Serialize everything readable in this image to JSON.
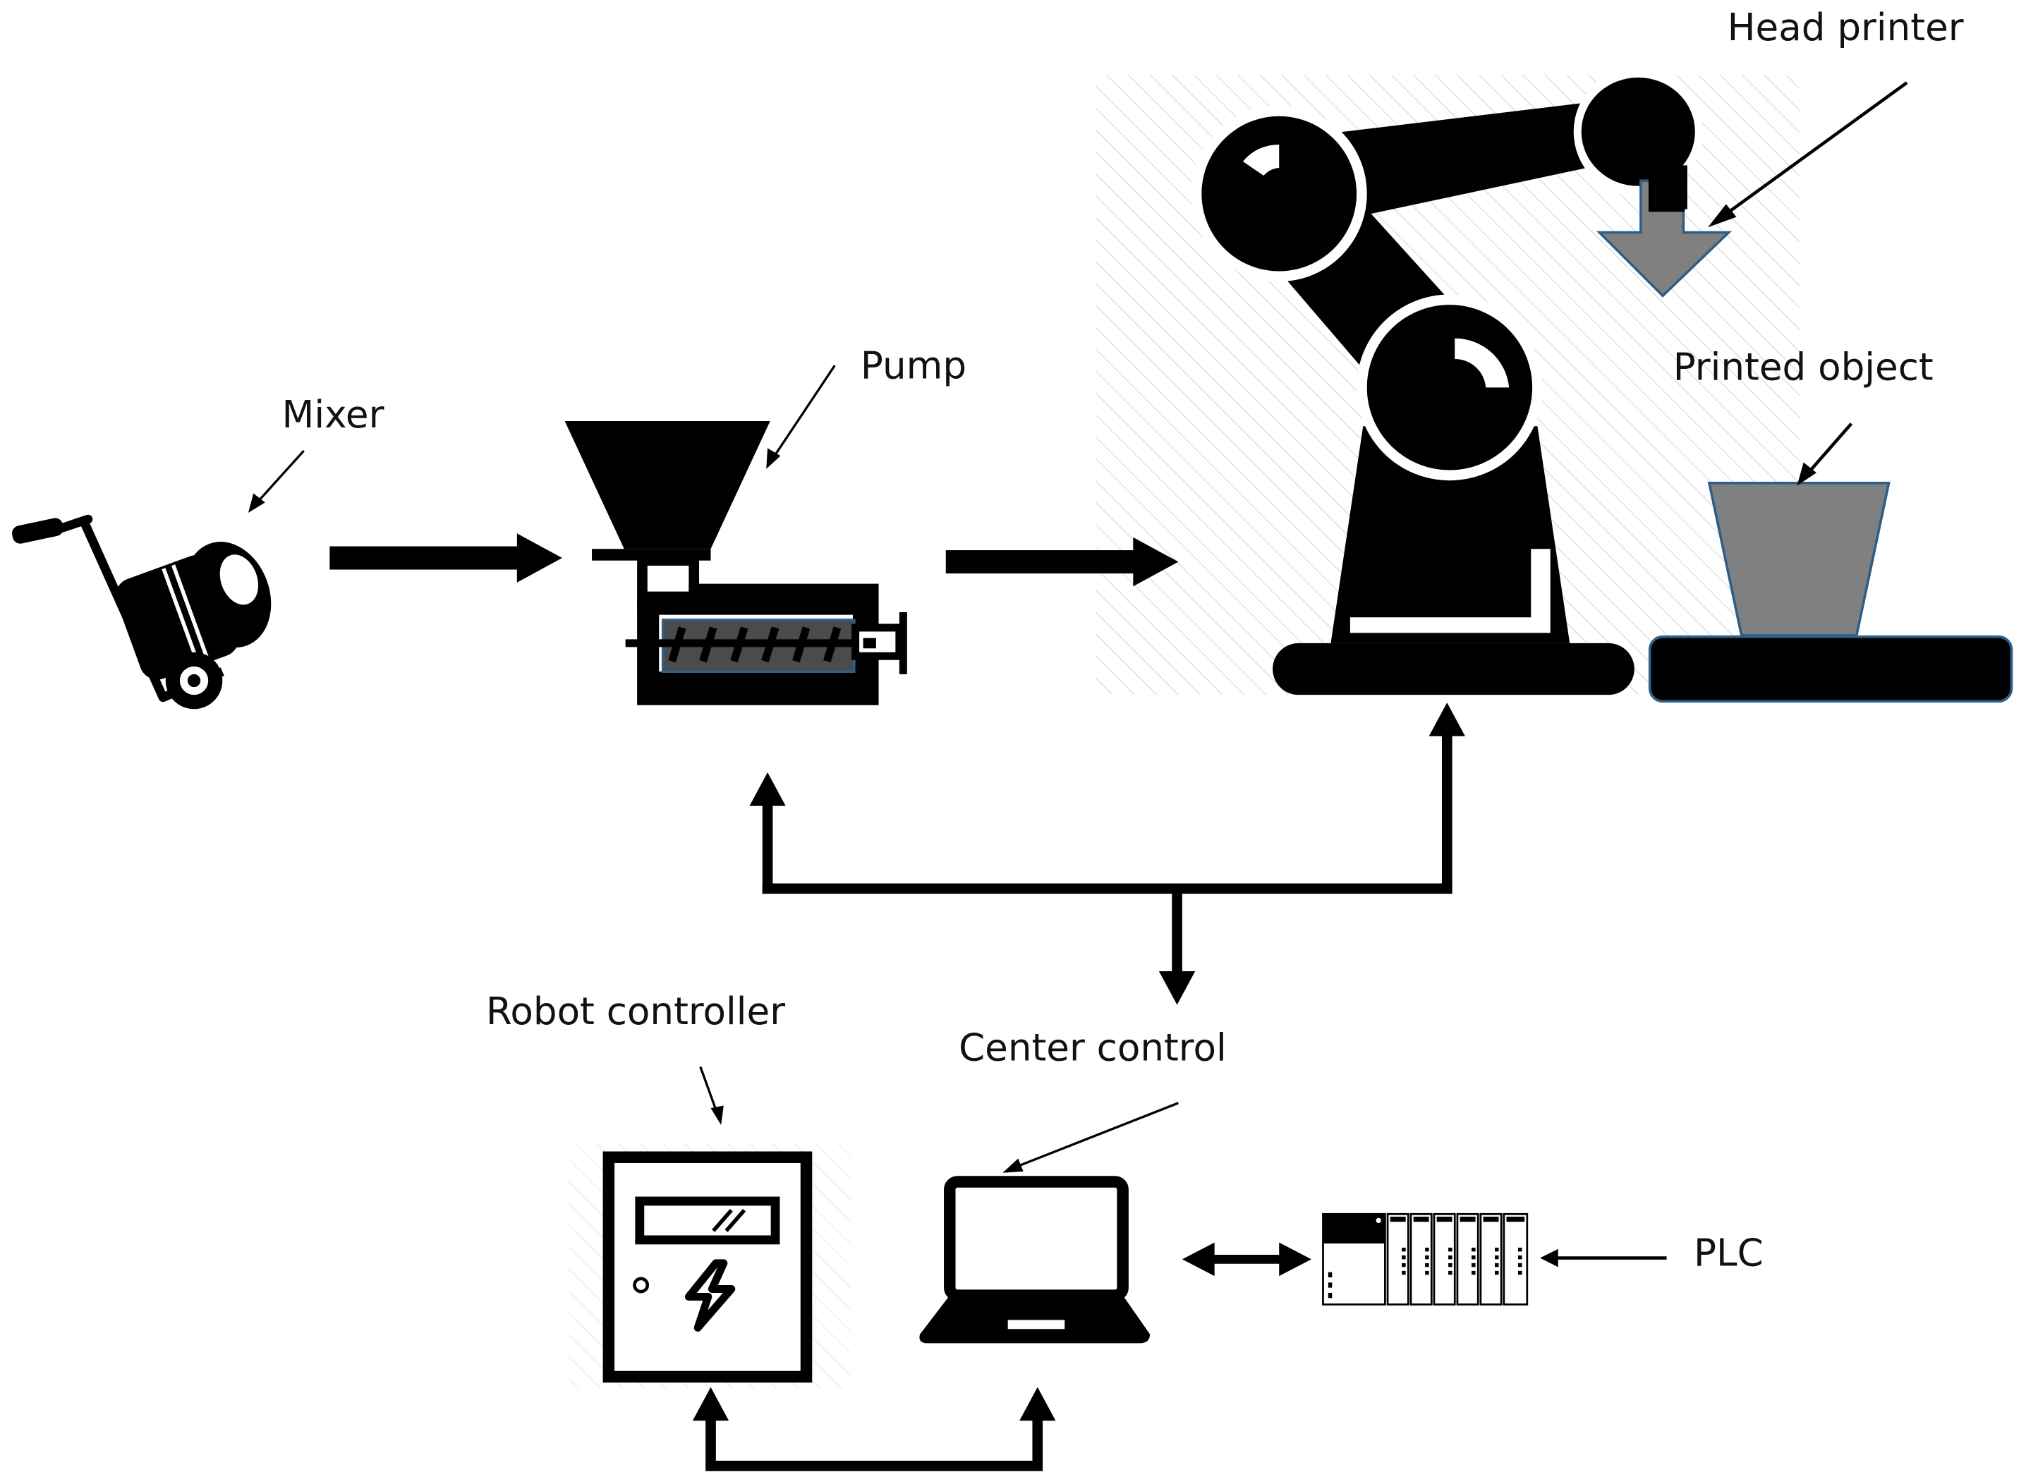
{
  "labels": {
    "head_printer": "Head printer",
    "mixer": "Mixer",
    "pump": "Pump",
    "printed_object": "Printed object",
    "robot_controller": "Robot controller",
    "center_control": "Center control",
    "plc": "PLC"
  },
  "colors": {
    "ink": "#000000",
    "object_fill": "#808080",
    "object_stroke": "#2f5f86",
    "hatch": "#e4e4e4"
  }
}
